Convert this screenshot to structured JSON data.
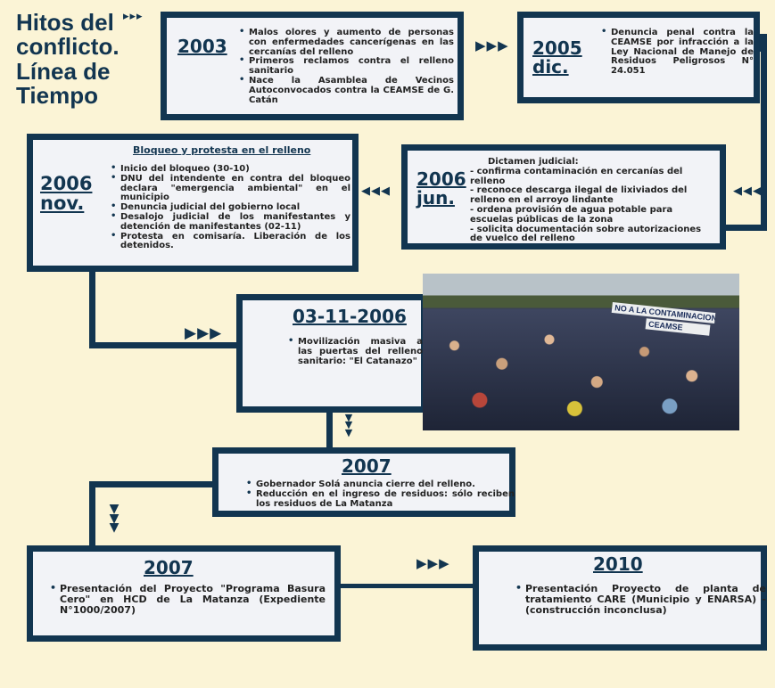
{
  "title": "Hitos del conflicto. Línea de Tiempo",
  "title_arrow": "▸▸▸",
  "nodes": {
    "n2003": {
      "date": "2003",
      "items": [
        "Malos olores y aumento de personas con enfermedades cancerígenas en las cercanías del relleno",
        "Primeros reclamos contra el relleno sanitario",
        "Nace la Asamblea de Vecinos Autoconvocados contra la CEAMSE de G. Catán"
      ]
    },
    "n2005": {
      "date": "2005 dic.",
      "items": [
        "Denuncia penal contra la CEAMSE por infracción a la Ley Nacional de Manejo de Residuos Peligrosos N° 24.051"
      ]
    },
    "n2006jun": {
      "date": "2006 jun.",
      "items": [
        "Dictamen judicial:",
        "- confirma contaminación en cercanías del relleno",
        "- reconoce descarga ilegal de lixiviados del relleno en el arroyo lindante",
        "- ordena provisión de agua potable para escuelas públicas de la zona",
        "- solicita documentación sobre autorizaciones de vuelco del relleno"
      ]
    },
    "n2006nov": {
      "heading": "Bloqueo y protesta en el relleno",
      "date": "2006 nov.",
      "items": [
        "Inicio del bloqueo (30-10)",
        "DNU del intendente en contra del bloqueo declara \"emergencia ambiental\" en el municipio",
        "Denuncia judicial del gobierno local",
        "Desalojo judicial de los manifestantes y detención de manifestantes (02-11)",
        "Protesta en comisaría. Liberación de los detenidos."
      ]
    },
    "n031106": {
      "date": "03-11-2006",
      "items": [
        "Movilización masiva a las puertas del relleno sanitario: \"El Catanazo\""
      ]
    },
    "n2007a": {
      "date": "2007",
      "items": [
        "Gobernador Solá anuncia cierre del relleno.",
        "Reducción en el ingreso de residuos: sólo reciben los residuos de La Matanza"
      ]
    },
    "n2007b": {
      "date": "2007",
      "items": [
        "Presentación del Proyecto \"Programa Basura Cero\" en HCD de La Matanza (Expediente N°1000/2007)"
      ]
    },
    "n2010": {
      "date": "2010",
      "items": [
        "Presentación Proyecto de planta de tratamiento CARE (Municipio y ENARSA) - (construcción inconclusa)"
      ]
    }
  },
  "photo": {
    "banner_1": "NO A LA CONTAMINACION",
    "banner_2": "CEAMSE"
  },
  "arrows": {
    "right": "▶▶▶",
    "left": "◀◀◀",
    "down": "▼▼▼"
  }
}
